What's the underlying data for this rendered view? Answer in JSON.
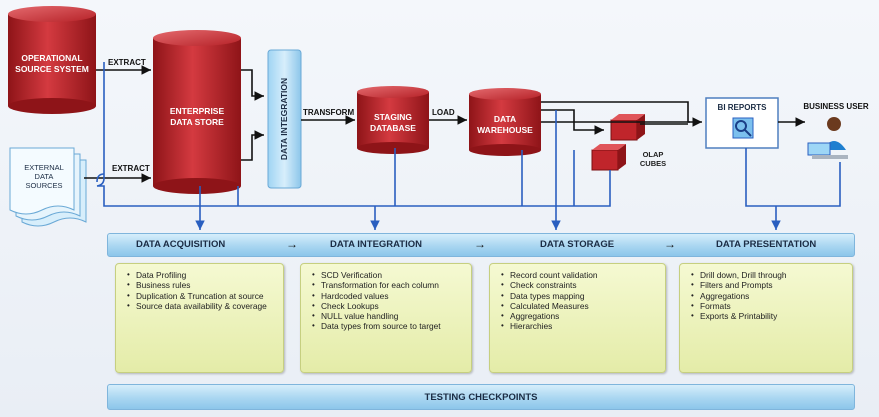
{
  "nodes": {
    "operational_source": "OPERATIONAL SOURCE SYSTEM",
    "external_sources": "EXTERNAL DATA SOURCES",
    "enterprise_store": "ENTERPRISE DATA STORE",
    "data_integration": "DATA INTEGRATION",
    "staging_db": "STAGING DATABASE",
    "data_warehouse": "DATA WAREHOUSE",
    "olap_cubes": "OLAP CUBES",
    "bi_reports": "BI REPORTS",
    "business_user": "BUSINESS USER"
  },
  "flow_labels": {
    "extract_top": "EXTRACT",
    "extract_bottom": "EXTRACT",
    "transform": "TRANSFORM",
    "load": "LOAD"
  },
  "phases": [
    {
      "title": "DATA ACQUISITION",
      "items": [
        "Data Profiling",
        "Business rules",
        "Duplication & Truncation at source",
        "Source data availability & coverage"
      ]
    },
    {
      "title": "DATA INTEGRATION",
      "items": [
        "SCD Verification",
        "Transformation for each column",
        "Hardcoded values",
        "Check Lookups",
        "NULL value handling",
        "Data types from source to target"
      ]
    },
    {
      "title": "DATA STORAGE",
      "items": [
        "Record count validation",
        "Check constraints",
        "Data types mapping",
        "Calculated Measures",
        "Aggregations",
        "Hierarchies"
      ]
    },
    {
      "title": "DATA PRESENTATION",
      "items": [
        "Drill down, Drill through",
        "Filters and Prompts",
        "Aggregations",
        "Formats",
        "Exports & Printability"
      ]
    }
  ],
  "phase_arrow": "→",
  "footer": "TESTING CHECKPOINTS",
  "colors": {
    "cylinder": "#c0252b",
    "band": "#a9d6f1",
    "box": "#eef3bd",
    "line": "#2a5fc0"
  }
}
